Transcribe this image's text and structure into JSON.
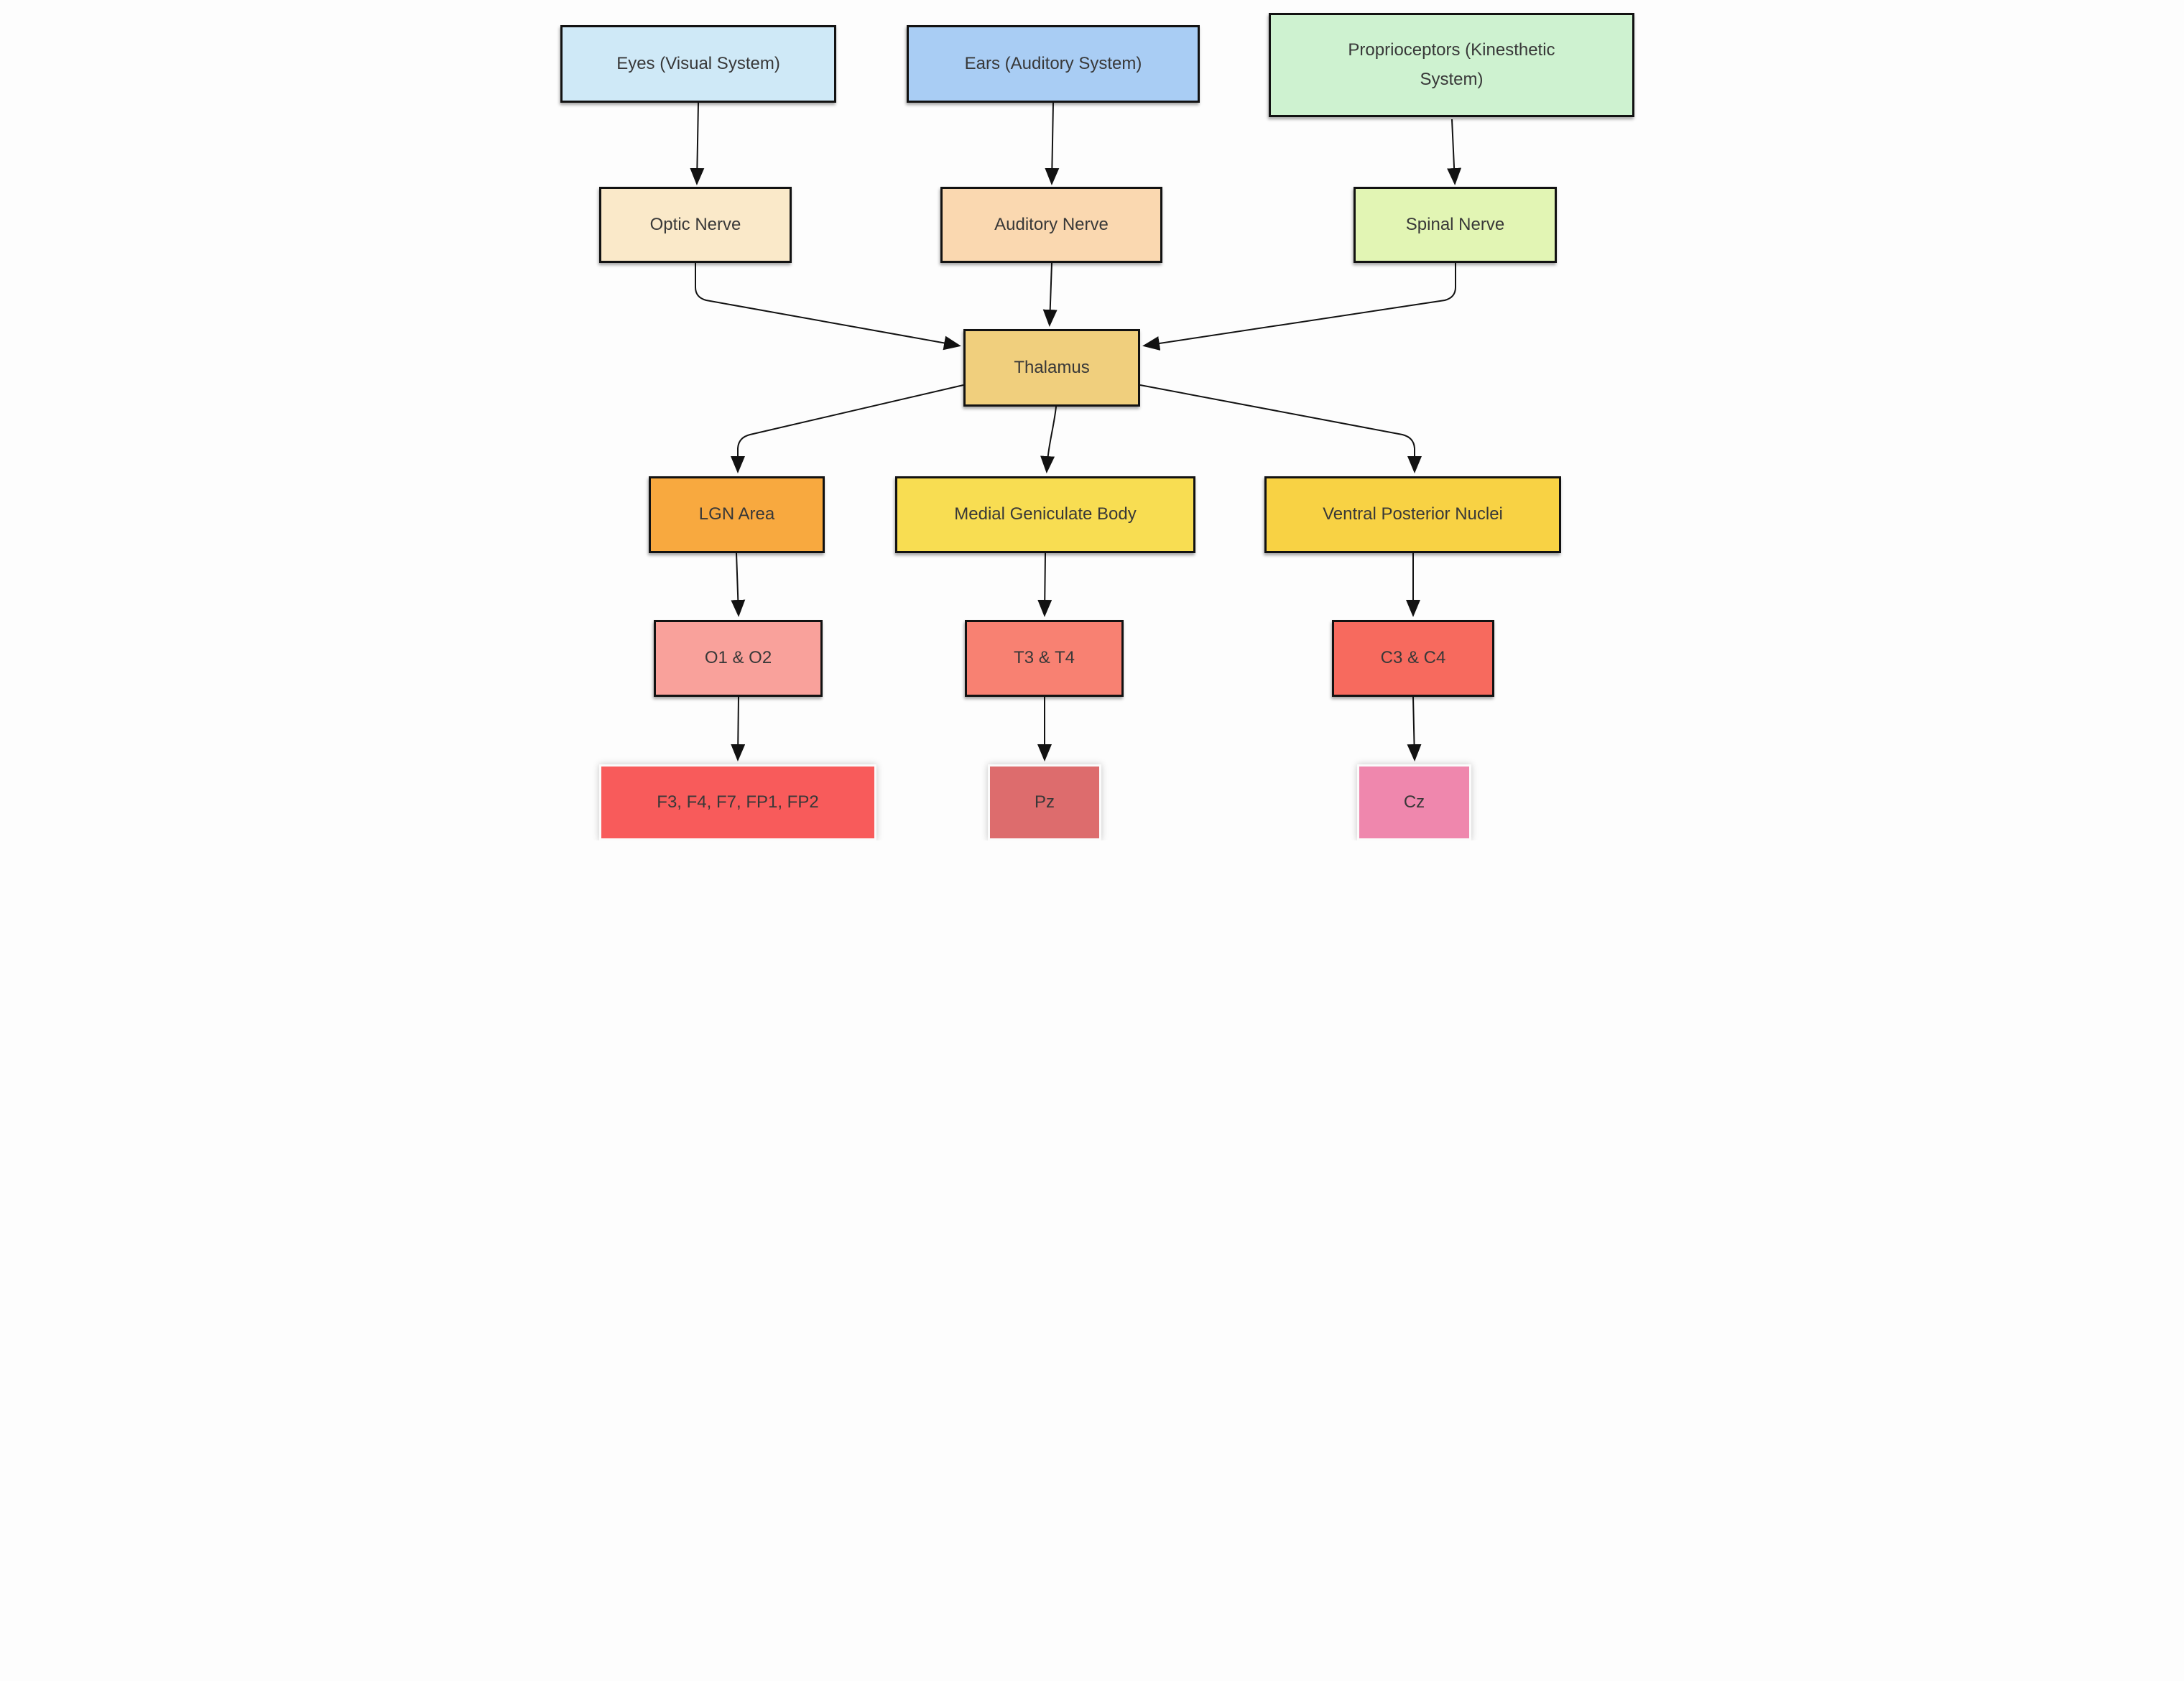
{
  "diagram": {
    "description": "Sensory pathway flowchart from sense organs through nerves and thalamic relay areas to EEG electrode sites",
    "background_color": "#fdfdfd",
    "line_color": "#121212",
    "text_color": "#383838",
    "nodes": [
      {
        "id": "eyes",
        "label": "Eyes (Visual System)",
        "fill": "#cfe9f7",
        "border": "dark"
      },
      {
        "id": "ears",
        "label": "Ears (Auditory System)",
        "fill": "#a9cdf4",
        "border": "dark"
      },
      {
        "id": "proprio",
        "label": "Proprioceptors (Kinesthetic System)",
        "fill": "#cef2d0",
        "border": "dark"
      },
      {
        "id": "optic",
        "label": "Optic Nerve",
        "fill": "#fae9c9",
        "border": "dark"
      },
      {
        "id": "auditory",
        "label": "Auditory Nerve",
        "fill": "#fad8b0",
        "border": "dark"
      },
      {
        "id": "spinal",
        "label": "Spinal Nerve",
        "fill": "#e2f5b4",
        "border": "dark"
      },
      {
        "id": "thalamus",
        "label": "Thalamus",
        "fill": "#f0cf7d",
        "border": "dark"
      },
      {
        "id": "lgn",
        "label": "LGN Area",
        "fill": "#f8a93f",
        "border": "dark"
      },
      {
        "id": "mgb",
        "label": "Medial Geniculate Body",
        "fill": "#f8dd52",
        "border": "dark"
      },
      {
        "id": "vpn",
        "label": "Ventral Posterior Nuclei",
        "fill": "#f8d244",
        "border": "dark"
      },
      {
        "id": "o1o2",
        "label": "O1 & O2",
        "fill": "#f9a19b",
        "border": "dark"
      },
      {
        "id": "t3t4",
        "label": "T3 & T4",
        "fill": "#f88172",
        "border": "dark"
      },
      {
        "id": "c3c4",
        "label": "C3 & C4",
        "fill": "#f76a5e",
        "border": "dark"
      },
      {
        "id": "frontal",
        "label": "F3, F4, F7, FP1, FP2",
        "fill": "#f85b5b",
        "border": "light"
      },
      {
        "id": "pz",
        "label": "Pz",
        "fill": "#dd6c6d",
        "border": "light"
      },
      {
        "id": "cz",
        "label": "Cz",
        "fill": "#ef87ad",
        "border": "light"
      }
    ],
    "edges": [
      {
        "from": "eyes",
        "to": "optic"
      },
      {
        "from": "ears",
        "to": "auditory"
      },
      {
        "from": "proprio",
        "to": "spinal"
      },
      {
        "from": "optic",
        "to": "thalamus"
      },
      {
        "from": "auditory",
        "to": "thalamus"
      },
      {
        "from": "spinal",
        "to": "thalamus"
      },
      {
        "from": "thalamus",
        "to": "lgn"
      },
      {
        "from": "thalamus",
        "to": "mgb"
      },
      {
        "from": "thalamus",
        "to": "vpn"
      },
      {
        "from": "lgn",
        "to": "o1o2"
      },
      {
        "from": "mgb",
        "to": "t3t4"
      },
      {
        "from": "vpn",
        "to": "c3c4"
      },
      {
        "from": "o1o2",
        "to": "frontal"
      },
      {
        "from": "t3t4",
        "to": "pz"
      },
      {
        "from": "c3c4",
        "to": "cz"
      }
    ]
  }
}
